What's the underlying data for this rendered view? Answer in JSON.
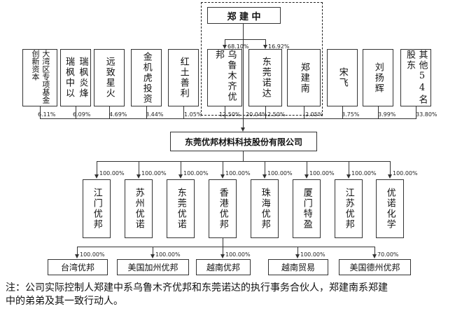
{
  "controller": {
    "name": "郑 建 中"
  },
  "controller_pcts": {
    "wulumuqi": "68.10%",
    "dongguan_nuoda": "16.92%"
  },
  "shareholders": [
    {
      "id": "dawan",
      "label": "大湾区专项基金创新资本",
      "pct": "6.11%"
    },
    {
      "id": "ruifeng_zhongyi",
      "label": "瑞枫中以",
      "pct": ""
    },
    {
      "id": "ruifeng_yanfeng",
      "label": "瑞枫炎烽",
      "pct": "6.09%"
    },
    {
      "id": "yuanzhi",
      "label": "远致星火",
      "pct": "4.69%"
    },
    {
      "id": "jinjihu",
      "label": "金机虎投资",
      "pct": "3.44%"
    },
    {
      "id": "hongtu",
      "label": "红土善利",
      "pct": "1.05%"
    },
    {
      "id": "wulumuqi",
      "label": "乌鲁木齐优邦",
      "pct": "12.50%"
    },
    {
      "id": "dongguan_nuoda",
      "label": "东莞诺达",
      "pct": "2.50%"
    },
    {
      "id": "zheng_jiannan",
      "label": "郑建南",
      "pct": "2.05%"
    },
    {
      "id": "song_fei",
      "label": "宋飞",
      "pct": "3.75%"
    },
    {
      "id": "liu_yanghui",
      "label": "刘扬辉",
      "pct": "3.99%"
    },
    {
      "id": "others",
      "label": "其他54名股东",
      "pct": "33.80%"
    }
  ],
  "controller_direct_pct": "20.04%",
  "company": {
    "name": "东莞优邦材料科技股份有限公司"
  },
  "subsidiaries": [
    {
      "id": "jiangmen",
      "label": "江门优邦",
      "pct": "100.00%"
    },
    {
      "id": "suzhou",
      "label": "苏州优诺",
      "pct": "100.00%"
    },
    {
      "id": "dongguan",
      "label": "东莞优诺",
      "pct": "100.00%"
    },
    {
      "id": "hongkong",
      "label": "香港优邦",
      "pct": "100.00%"
    },
    {
      "id": "zhuhai",
      "label": "珠海优邦",
      "pct": "100.00%"
    },
    {
      "id": "xiamen",
      "label": "厦门特盈",
      "pct": "100.00%"
    },
    {
      "id": "jiangsu",
      "label": "江苏优邦",
      "pct": "100.00%"
    },
    {
      "id": "younuo_chem",
      "label": "优诺化学",
      "pct": "100.00%"
    }
  ],
  "hk_subsidiaries": [
    {
      "id": "taiwan",
      "label": "台湾优邦",
      "pct": "100.00%"
    },
    {
      "id": "us_ca",
      "label": "美国加州优邦",
      "pct": "100.00%"
    },
    {
      "id": "vietnam",
      "label": "越南优邦",
      "pct": "100.00%"
    },
    {
      "id": "vn_trade",
      "label": "越南贸易",
      "pct": "100.00%"
    },
    {
      "id": "us_de",
      "label": "美国德州优邦",
      "pct": "70.00%"
    }
  ],
  "note": {
    "line1": "注：公司实际控制人郑建中系乌鲁木齐优邦和东莞诺达的执行事务合伙人，郑建南系郑建",
    "line2": "中的弟弟及其一致行动人。"
  }
}
